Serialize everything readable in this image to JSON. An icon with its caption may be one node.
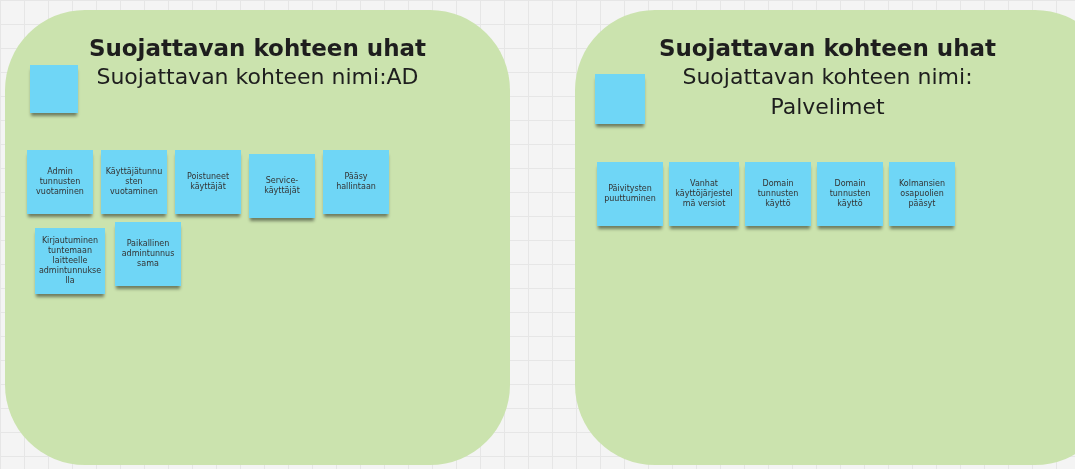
{
  "diagram": {
    "nodes": [
      {
        "text": [
          "Suojattavan kohteen uhat",
          "Suojattavan kohteen nimi:AD"
        ]
      },
      {
        "text": [],
        "shape": "box",
        "in": 0
      },
      {
        "text": [
          "Admin tunnusten vuotaminen"
        ],
        "in": 0
      },
      {
        "text": [
          "Käyttäjätunnusten vuotaminen"
        ],
        "in": 0
      },
      {
        "text": [
          "Poistuneet käyttäjät"
        ],
        "in": 0
      },
      {
        "text": [
          "Service-käyttäjät"
        ],
        "in": 0
      },
      {
        "text": [
          "Pääsy hallintaan"
        ],
        "in": 0
      },
      {
        "text": [
          "Kirjautuminen tuntemaan laitteelle admintunnuksella"
        ],
        "in": 0
      },
      {
        "text": [
          "Paikallinen admintunnus sama"
        ],
        "in": 0
      },
      {
        "text": [
          "Suojattavan kohteen uhat",
          "Suojattavan kohteen nimi: Palvelimet"
        ]
      },
      {
        "text": [],
        "shape": "box",
        "in": 9
      },
      {
        "text": [
          "Päivitysten puuttuminen"
        ],
        "in": 9
      },
      {
        "text": [
          "Vanhat käyttöjärjestelmä versiot"
        ],
        "in": 9
      },
      {
        "text": [
          "Domain tunnusten käyttö"
        ],
        "in": 9
      },
      {
        "text": [
          "Domain tunnusten käyttö"
        ],
        "in": 9
      },
      {
        "text": [
          "Kolmansien osapuolien pääsyt"
        ],
        "in": 9
      }
    ]
  }
}
